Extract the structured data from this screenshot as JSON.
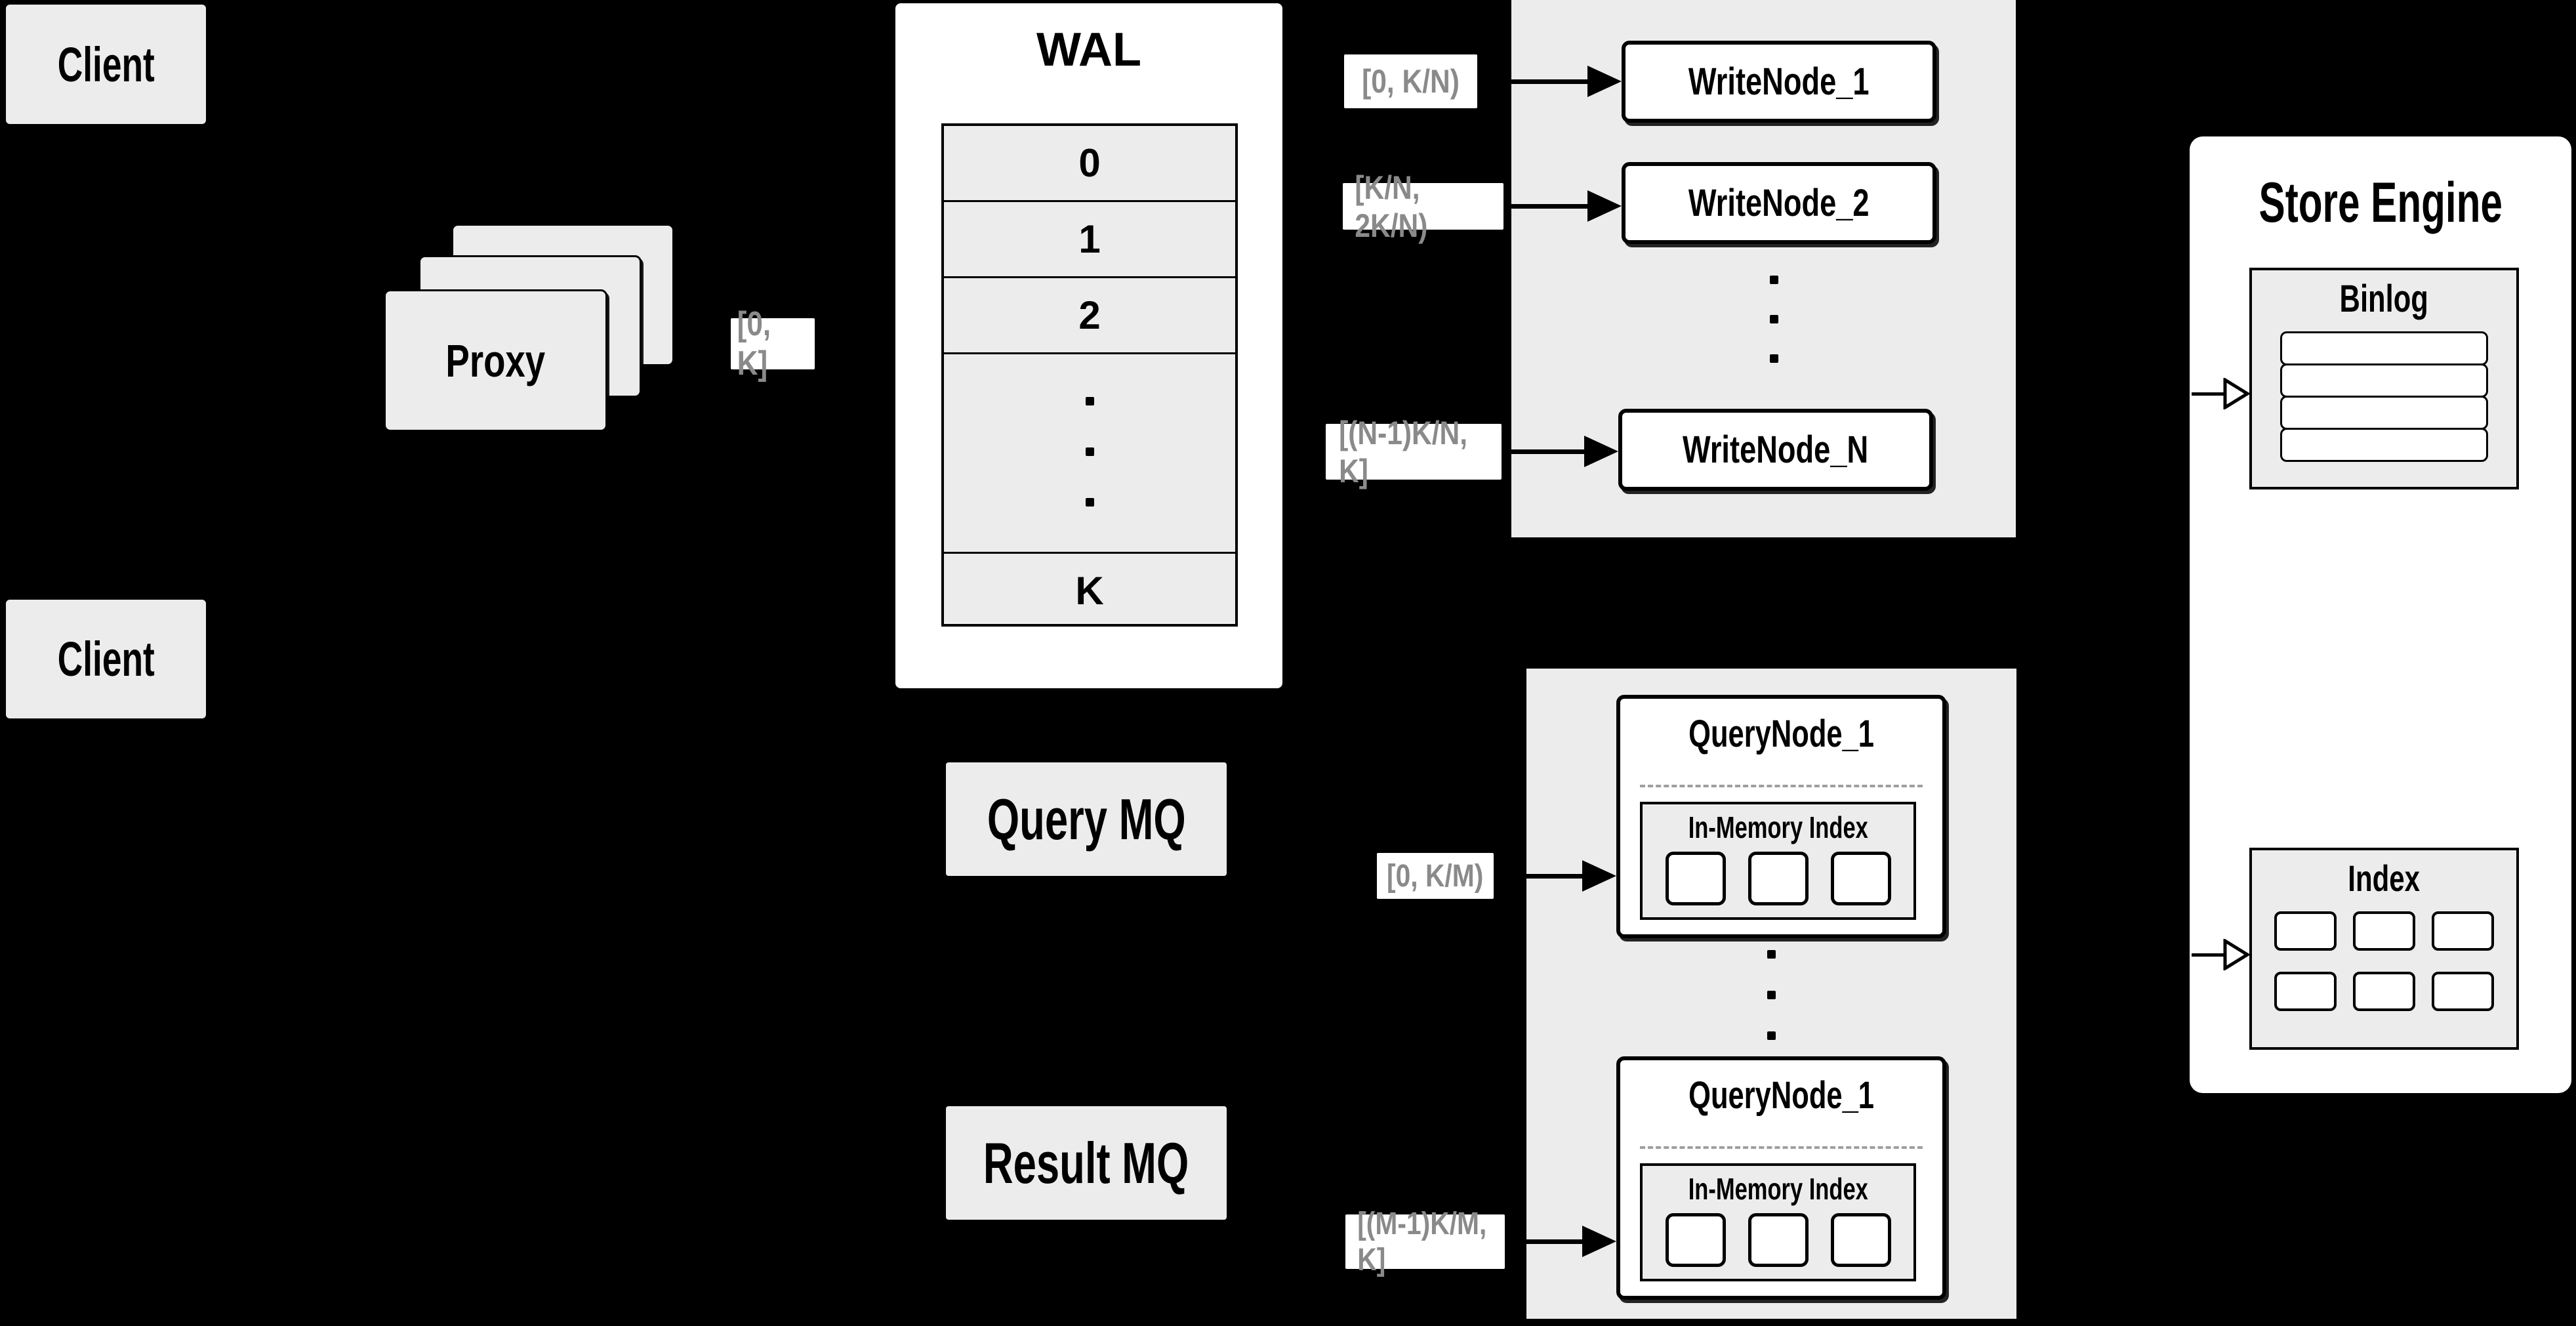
{
  "colors": {
    "background": "#000000",
    "panel_gray": "#ececec",
    "node_fill": "#ffffff",
    "border": "#000000",
    "range_text": "#8a8a8a",
    "divider_dash": "#9e9e9e"
  },
  "clients": {
    "top_label": "Client",
    "bottom_label": "Client"
  },
  "proxy": {
    "label": "Proxy",
    "output_range": "[0, K]"
  },
  "wal": {
    "title": "WAL",
    "segments": [
      "0",
      "1",
      "2"
    ],
    "last_segment": "K"
  },
  "write_group": {
    "nodes": [
      {
        "range": "[0, K/N)",
        "label": "WriteNode_1"
      },
      {
        "range": "[K/N, 2K/N)",
        "label": "WriteNode_2"
      },
      {
        "range": "[(N-1)K/N, K]",
        "label": "WriteNode_N"
      }
    ]
  },
  "store_engine": {
    "title": "Store Engine",
    "binlog": {
      "title": "Binlog",
      "bar_count": 4
    },
    "index": {
      "title": "Index",
      "cell_count": 6
    }
  },
  "queues": {
    "query": "Query MQ",
    "result": "Result MQ"
  },
  "query_group": {
    "nodes": [
      {
        "range": "[0, K/M)",
        "label": "QueryNode_1",
        "memory_label": "In-Memory Index"
      },
      {
        "range": "[(M-1)K/M, K]",
        "label": "QueryNode_1",
        "memory_label": "In-Memory Index"
      }
    ]
  }
}
